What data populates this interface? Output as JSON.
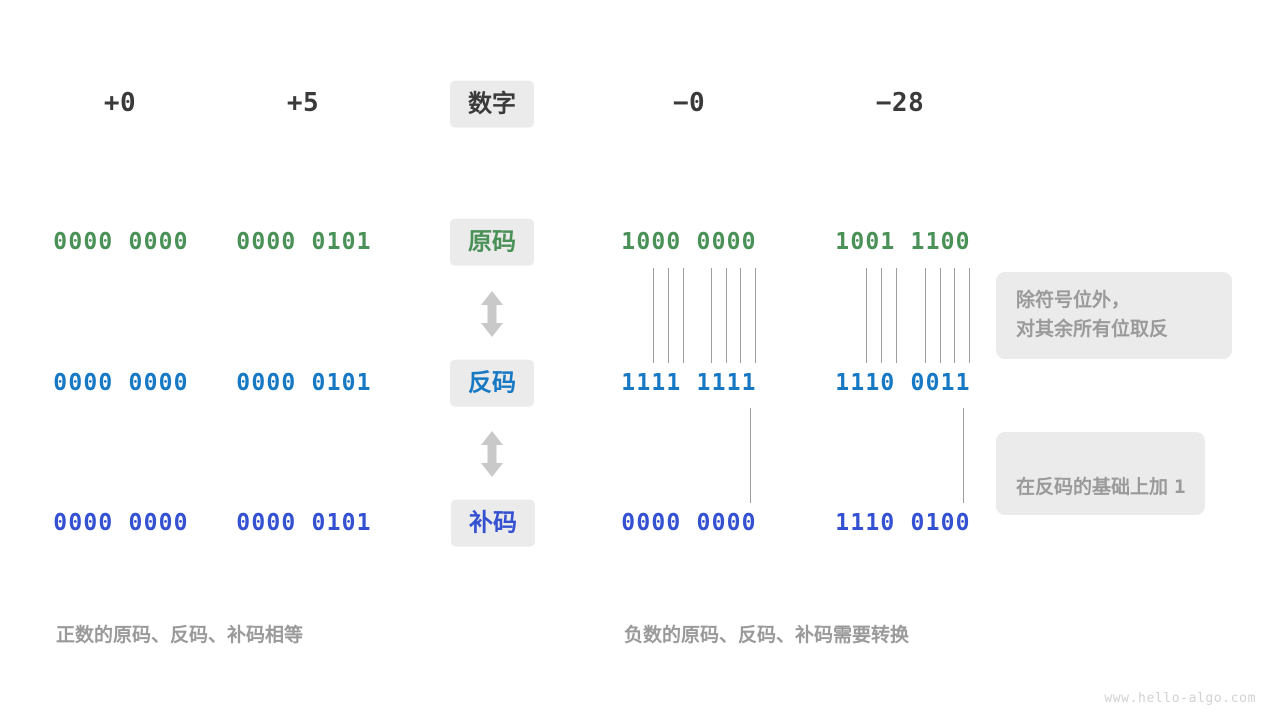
{
  "title": "整数的原码、反码、补码对照图",
  "colors": {
    "sign_magnitude": "#4a9158",
    "ones_complement": "#1778c4",
    "twos_complement": "#3451d1",
    "badge_bg": "#ebebeb",
    "note_text": "#9a9a9a",
    "header_text": "#3a3a3a",
    "line": "#9e9e9e"
  },
  "header": {
    "row_label": "数字",
    "columns": [
      {
        "name": "plus-zero",
        "value": "+0"
      },
      {
        "name": "plus-five",
        "value": "+5"
      },
      {
        "name": "minus-zero",
        "value": "−0"
      },
      {
        "name": "minus-28",
        "value": "−28"
      }
    ]
  },
  "rows": [
    {
      "key": "sign-magnitude",
      "label": "原码",
      "color_class": "green",
      "values": {
        "plus_zero": "0000 0000",
        "plus_five": "0000 0101",
        "minus_zero": "1000 0000",
        "minus_28": "1001 1100"
      }
    },
    {
      "key": "ones-complement",
      "label": "反码",
      "color_class": "blue",
      "values": {
        "plus_zero": "0000 0000",
        "plus_five": "0000 0101",
        "minus_zero": "1111 1111",
        "minus_28": "1110 0011"
      }
    },
    {
      "key": "twos-complement",
      "label": "补码",
      "color_class": "indigo",
      "values": {
        "plus_zero": "0000 0000",
        "plus_five": "0000 0101",
        "minus_zero": "0000 0000",
        "minus_28": "1110 0100"
      }
    }
  ],
  "notes": {
    "invert_bits": "除符号位外，\n对其余所有位取反",
    "add_one_prefix": "在反码的基础上加",
    "add_one_value": "1"
  },
  "captions": {
    "positive": "正数的原码、反码、补码相等",
    "negative": "负数的原码、反码、补码需要转换"
  },
  "watermark": "www.hello-algo.com"
}
